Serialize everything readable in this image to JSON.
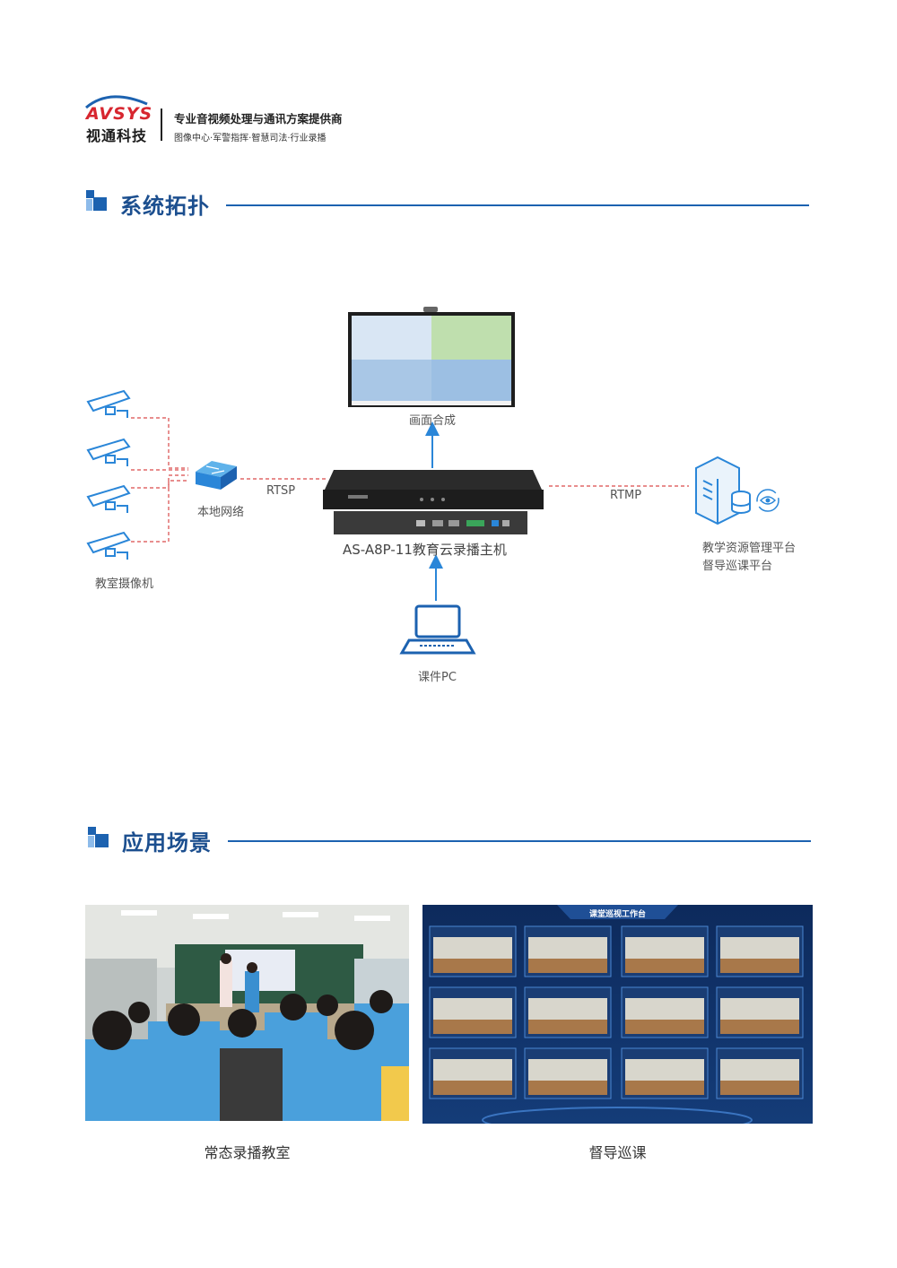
{
  "header": {
    "logo_brand": "AVSYS",
    "logo_name": "视通科技",
    "tagline_main": "专业音视频处理与通讯方案提供商",
    "tagline_sub": "图像中心·军警指挥·智慧司法·行业录播"
  },
  "sections": {
    "topology_title": "系统拓扑",
    "scenes_title": "应用场景"
  },
  "topology": {
    "display_label": "画面合成",
    "cameras_label": "教室摄像机",
    "switch_label": "本地网络",
    "rtsp_label": "RTSP",
    "rtmp_label": "RTMP",
    "host_label": "AS-A8P-11教育云录播主机",
    "platform_label_1": "教学资源管理平台",
    "platform_label_2": "督导巡课平台",
    "pc_label": "课件PC"
  },
  "scenes": {
    "left_caption": "常态录播教室",
    "right_caption": "督导巡课",
    "dashboard_title": "课堂巡视工作台"
  },
  "colors": {
    "brand_blue": "#1c62b0",
    "brand_red": "#d7262f",
    "dashed_red": "#d94a4a",
    "arrow_blue": "#2a86d8"
  }
}
